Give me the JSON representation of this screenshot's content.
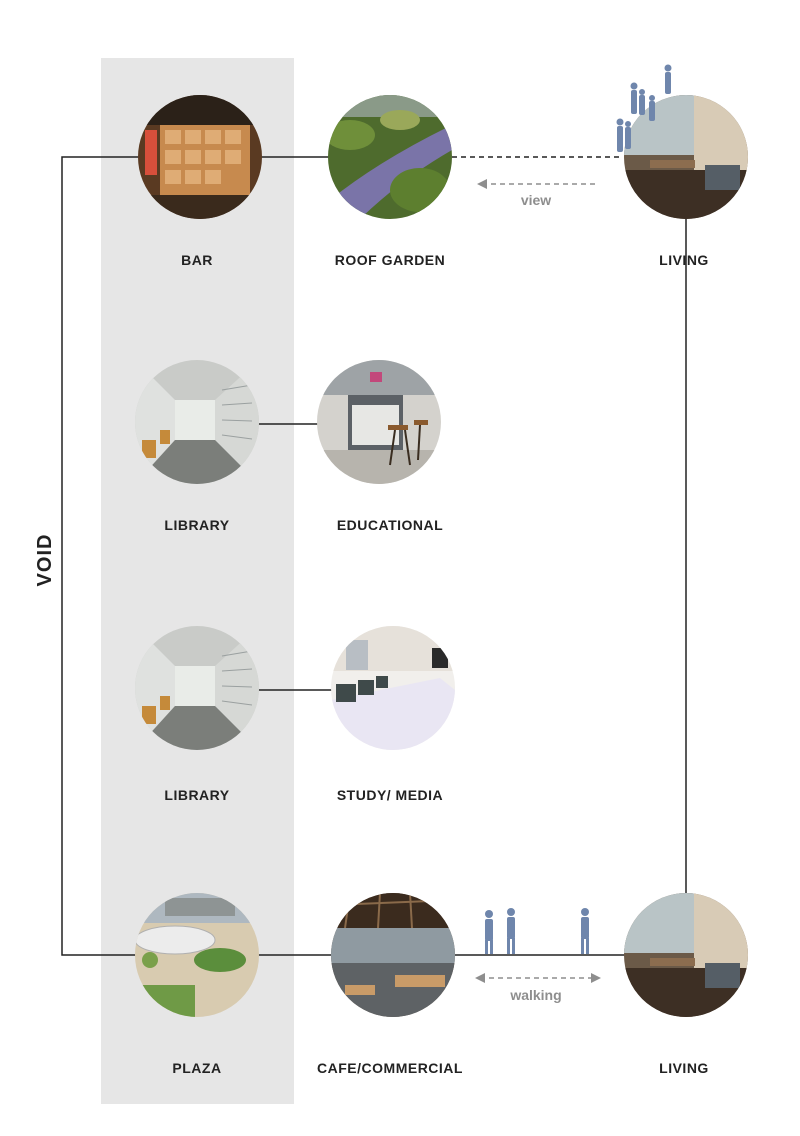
{
  "void_label": "VOID",
  "nodes": {
    "bar": "BAR",
    "roof_garden": "ROOF GARDEN",
    "living_top": "LIVING",
    "library_1": "LIBRARY",
    "educational": "EDUCATIONAL",
    "library_2": "LIBRARY",
    "study_media": "STUDY/ MEDIA",
    "plaza": "PLAZA",
    "cafe_commercial": "CAFE/COMMERCIAL",
    "living_bottom": "LIVING"
  },
  "annotations": {
    "view": "view",
    "walking": "walking"
  },
  "colors": {
    "void_band": "#e6e6e6",
    "line": "#222222",
    "annotation": "#8e8e8e",
    "figure": "#6f86ac"
  }
}
